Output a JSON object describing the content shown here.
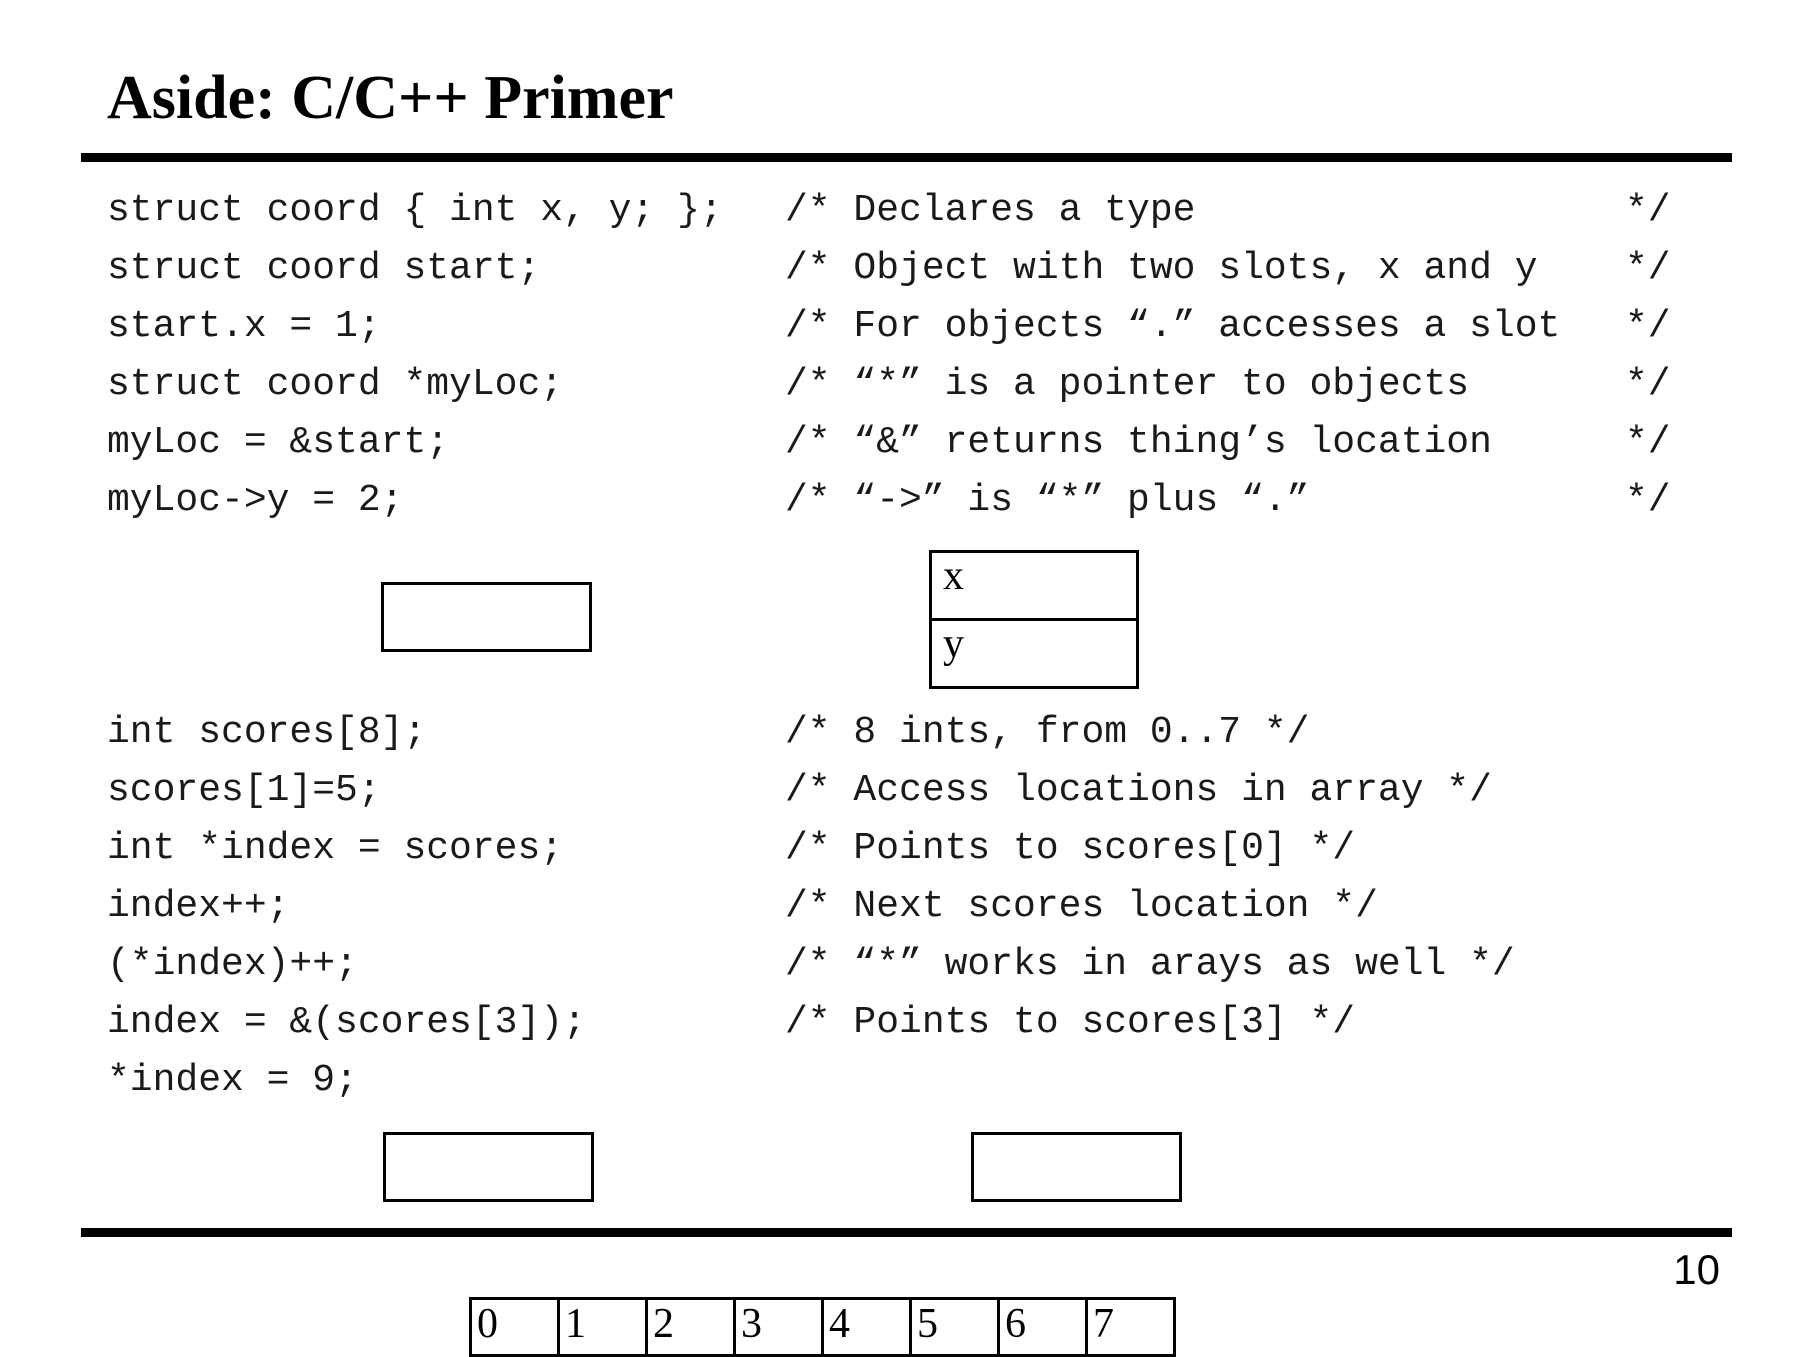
{
  "slide": {
    "title": "Aside: C/C++ Primer",
    "page_number": "10"
  },
  "struct_section": {
    "lines": [
      {
        "code": "struct coord { int x, y; };",
        "comment": "/* Declares a type",
        "comment_end": "*/"
      },
      {
        "code": "struct coord start;",
        "comment": "/* Object with two slots, x and y",
        "comment_end": "*/"
      },
      {
        "code": "start.x = 1;",
        "comment": "/* For objects “.” accesses a slot",
        "comment_end": "*/"
      },
      {
        "code": "struct coord *myLoc;",
        "comment": "/* “*” is a pointer to objects",
        "comment_end": "*/"
      },
      {
        "code": "myLoc = &start;",
        "comment": "/* “&” returns thing’s location",
        "comment_end": "*/"
      },
      {
        "code": "myLoc->y = 2;",
        "comment": "/* “->” is “*” plus “.”",
        "comment_end": "*/"
      }
    ],
    "diagram_fields": [
      "x",
      "y"
    ]
  },
  "array_section": {
    "lines": [
      {
        "code": "int scores[8];",
        "comment": "/* 8 ints, from 0..7 */"
      },
      {
        "code": "scores[1]=5;",
        "comment": "/* Access locations in array */"
      },
      {
        "code": "int *index = scores;",
        "comment": "/* Points to scores[0] */"
      },
      {
        "code": "index++;",
        "comment": "/* Next scores location */"
      },
      {
        "code": "(*index)++;",
        "comment": "/* “*” works in arays as well */"
      },
      {
        "code": "index = &(scores[3]);",
        "comment": "/* Points to scores[3] */"
      },
      {
        "code": "*index = 9;",
        "comment": ""
      }
    ],
    "array_indices": [
      "0",
      "1",
      "2",
      "3",
      "4",
      "5",
      "6",
      "7"
    ]
  }
}
